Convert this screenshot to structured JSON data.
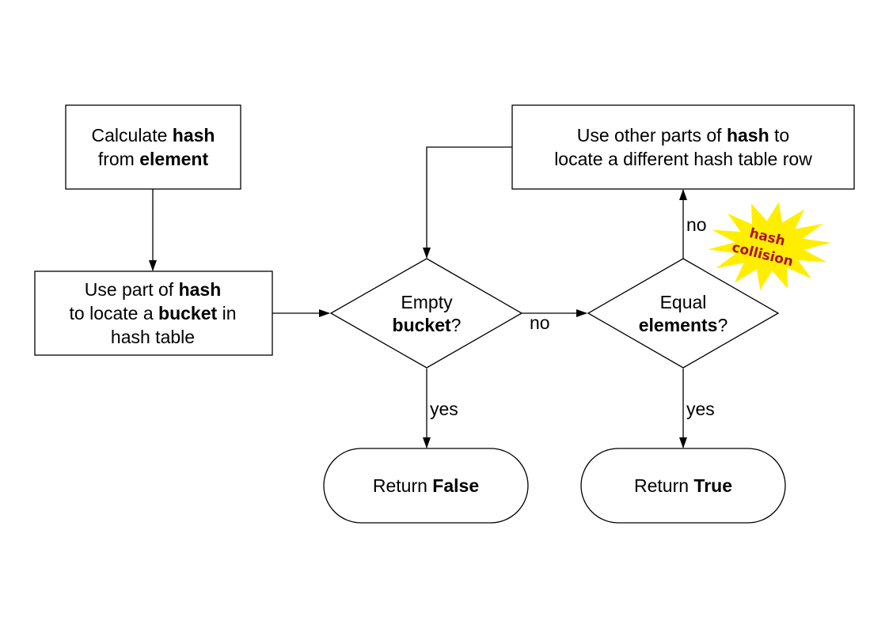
{
  "nodes": {
    "calc_hash": {
      "line1": [
        "Calculate ",
        "hash"
      ],
      "line2": [
        "from ",
        "element"
      ]
    },
    "locate_bucket": {
      "line1": [
        "Use part of ",
        "hash"
      ],
      "line2": [
        "to locate a ",
        "bucket",
        " in"
      ],
      "line3": "hash table"
    },
    "empty_bucket": {
      "line1": "Empty",
      "line2": [
        "bucket",
        "?"
      ]
    },
    "equal_elements": {
      "line1": "Equal",
      "line2": [
        "elements",
        "?"
      ]
    },
    "other_parts": {
      "line1": [
        "Use other parts of ",
        "hash",
        " to"
      ],
      "line2": "locate a different hash table row"
    },
    "return_false": [
      "Return ",
      "False"
    ],
    "return_true": [
      "Return ",
      "True"
    ]
  },
  "edges": {
    "no_empty_to_equal": "no",
    "no_equal_to_other": "no",
    "yes_empty_to_false": "yes",
    "yes_equal_to_true": "yes"
  },
  "annotation": {
    "line1": "hash",
    "line2": "collision",
    "color": "#ffee00",
    "text_color": "#b0102a"
  }
}
